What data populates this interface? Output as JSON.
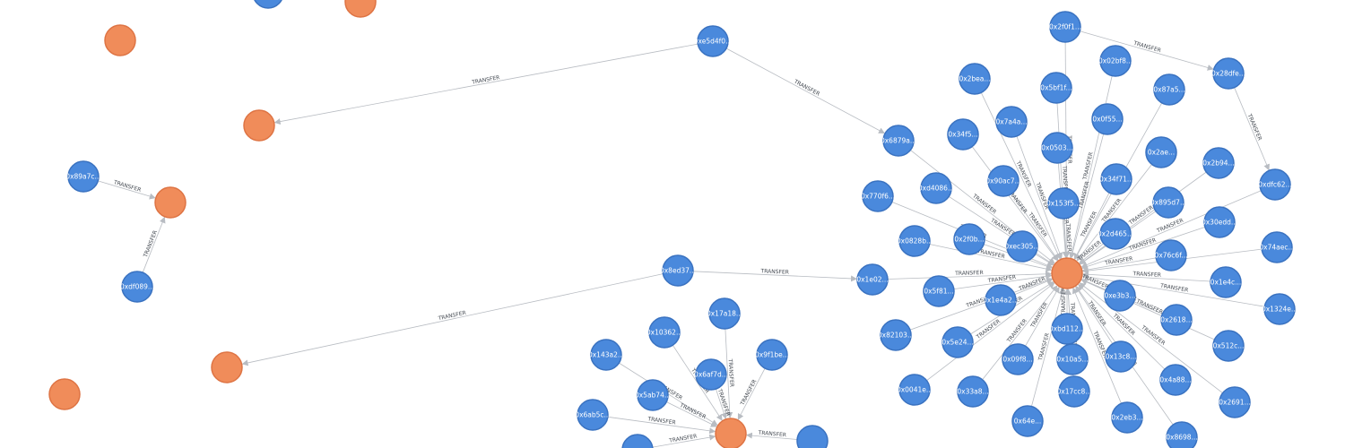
{
  "graph": {
    "edge_label": "TRANSFER",
    "colors": {
      "address_fill": "#4a89dc",
      "address_stroke": "#3a72c0",
      "token_fill": "#f08c5a",
      "token_stroke": "#de7444",
      "edge": "#b8bcc2"
    },
    "nodes": [
      {
        "id": "a1",
        "label": "",
        "kind": "address"
      },
      {
        "id": "t1",
        "label": "",
        "kind": "token"
      },
      {
        "id": "t2",
        "label": "",
        "kind": "token"
      },
      {
        "id": "a2",
        "label": "0xe5d4f0...",
        "kind": "address"
      },
      {
        "id": "t3",
        "label": "",
        "kind": "token"
      },
      {
        "id": "a3",
        "label": "0x89a7c...",
        "kind": "address"
      },
      {
        "id": "t4",
        "label": "",
        "kind": "token"
      },
      {
        "id": "a4",
        "label": "0xdf089...",
        "kind": "address"
      },
      {
        "id": "t5",
        "label": "",
        "kind": "token"
      },
      {
        "id": "t6",
        "label": "",
        "kind": "token"
      },
      {
        "id": "a5",
        "label": "0x8ed37...",
        "kind": "address"
      },
      {
        "id": "hub1",
        "label": "",
        "kind": "token"
      },
      {
        "id": "hub2",
        "label": "",
        "kind": "token"
      },
      {
        "id": "b1",
        "label": "0x2f0f1...",
        "kind": "address"
      },
      {
        "id": "b2",
        "label": "0x28dfe...",
        "kind": "address"
      },
      {
        "id": "b3",
        "label": "0x02bf8...",
        "kind": "address"
      },
      {
        "id": "b4",
        "label": "0x2bea...",
        "kind": "address"
      },
      {
        "id": "b5",
        "label": "0x5bf1f...",
        "kind": "address"
      },
      {
        "id": "b6",
        "label": "0x87a5...",
        "kind": "address"
      },
      {
        "id": "b7",
        "label": "0x7a4a...",
        "kind": "address"
      },
      {
        "id": "b8",
        "label": "0x0f55...",
        "kind": "address"
      },
      {
        "id": "b9",
        "label": "0x34f5...",
        "kind": "address"
      },
      {
        "id": "b10",
        "label": "0x6879a...",
        "kind": "address"
      },
      {
        "id": "b11",
        "label": "0x0503...",
        "kind": "address"
      },
      {
        "id": "b12",
        "label": "0x2ae...",
        "kind": "address"
      },
      {
        "id": "b13",
        "label": "0x2b94...",
        "kind": "address"
      },
      {
        "id": "b14",
        "label": "0x90ac7...",
        "kind": "address"
      },
      {
        "id": "b15",
        "label": "0x34f71...",
        "kind": "address"
      },
      {
        "id": "b16",
        "label": "0xdfc62...",
        "kind": "address"
      },
      {
        "id": "b17",
        "label": "0xd4086...",
        "kind": "address"
      },
      {
        "id": "b18",
        "label": "0x770f6...",
        "kind": "address"
      },
      {
        "id": "b19",
        "label": "0x153f5...",
        "kind": "address"
      },
      {
        "id": "b20",
        "label": "0x895d7...",
        "kind": "address"
      },
      {
        "id": "b21",
        "label": "0x30edd...",
        "kind": "address"
      },
      {
        "id": "b22",
        "label": "0x1e02...",
        "kind": "address"
      },
      {
        "id": "b23",
        "label": "0x2f0b...",
        "kind": "address"
      },
      {
        "id": "b24",
        "label": "0xec305...",
        "kind": "address"
      },
      {
        "id": "b25",
        "label": "0x2d465...",
        "kind": "address"
      },
      {
        "id": "b26",
        "label": "0x74aec...",
        "kind": "address"
      },
      {
        "id": "b27",
        "label": "0x76c6f...",
        "kind": "address"
      },
      {
        "id": "b28",
        "label": "0x0828b...",
        "kind": "address"
      },
      {
        "id": "b29",
        "label": "0x5f81...",
        "kind": "address"
      },
      {
        "id": "b30",
        "label": "0x1e4c...",
        "kind": "address"
      },
      {
        "id": "b31",
        "label": "0x1e4a2...",
        "kind": "address"
      },
      {
        "id": "b32",
        "label": "0xe3b3...",
        "kind": "address"
      },
      {
        "id": "b33",
        "label": "0x1324e...",
        "kind": "address"
      },
      {
        "id": "b34",
        "label": "0x82103...",
        "kind": "address"
      },
      {
        "id": "b35",
        "label": "0xbd112...",
        "kind": "address"
      },
      {
        "id": "b36",
        "label": "0x2618...",
        "kind": "address"
      },
      {
        "id": "b37",
        "label": "0x5e24...",
        "kind": "address"
      },
      {
        "id": "b38",
        "label": "0x13c8...",
        "kind": "address"
      },
      {
        "id": "b39",
        "label": "0x512c...",
        "kind": "address"
      },
      {
        "id": "b40",
        "label": "0x09f8...",
        "kind": "address"
      },
      {
        "id": "b41",
        "label": "0x10a5...",
        "kind": "address"
      },
      {
        "id": "b42",
        "label": "0x0041e...",
        "kind": "address"
      },
      {
        "id": "b43",
        "label": "0x33a8...",
        "kind": "address"
      },
      {
        "id": "b44",
        "label": "0x17cc8...",
        "kind": "address"
      },
      {
        "id": "b45",
        "label": "0x4a88...",
        "kind": "address"
      },
      {
        "id": "b46",
        "label": "0x2691...",
        "kind": "address"
      },
      {
        "id": "b47",
        "label": "0x2eb3...",
        "kind": "address"
      },
      {
        "id": "b48",
        "label": "0x64e...",
        "kind": "address"
      },
      {
        "id": "b49",
        "label": "0x8698...",
        "kind": "address"
      },
      {
        "id": "c1",
        "label": "0x17a18...",
        "kind": "address"
      },
      {
        "id": "c2",
        "label": "0x10362...",
        "kind": "address"
      },
      {
        "id": "c3",
        "label": "0x143a2...",
        "kind": "address"
      },
      {
        "id": "c4",
        "label": "0x9f1be...",
        "kind": "address"
      },
      {
        "id": "c5",
        "label": "0x6af7d...",
        "kind": "address"
      },
      {
        "id": "c6",
        "label": "0x5ab74...",
        "kind": "address"
      },
      {
        "id": "c7",
        "label": "0x6ab5c...",
        "kind": "address"
      },
      {
        "id": "c8",
        "label": "",
        "kind": "address"
      },
      {
        "id": "c9",
        "label": "",
        "kind": "address"
      }
    ],
    "edges": [
      {
        "from": "a2",
        "to": "t3"
      },
      {
        "from": "a2",
        "to": "b10"
      },
      {
        "from": "a3",
        "to": "t4"
      },
      {
        "from": "a4",
        "to": "t4"
      },
      {
        "from": "a5",
        "to": "t5"
      },
      {
        "from": "a5",
        "to": "b22"
      },
      {
        "from": "b1",
        "to": "b2"
      },
      {
        "from": "b2",
        "to": "b16"
      },
      {
        "from": "b1",
        "to": "hub1"
      },
      {
        "from": "b3",
        "to": "hub1"
      },
      {
        "from": "b4",
        "to": "hub1"
      },
      {
        "from": "b5",
        "to": "hub1"
      },
      {
        "from": "b6",
        "to": "hub1"
      },
      {
        "from": "b7",
        "to": "hub1"
      },
      {
        "from": "b8",
        "to": "hub1"
      },
      {
        "from": "b9",
        "to": "hub1"
      },
      {
        "from": "b10",
        "to": "hub1"
      },
      {
        "from": "b11",
        "to": "hub1"
      },
      {
        "from": "b12",
        "to": "hub1"
      },
      {
        "from": "b13",
        "to": "hub1"
      },
      {
        "from": "b14",
        "to": "hub1"
      },
      {
        "from": "b15",
        "to": "hub1"
      },
      {
        "from": "b16",
        "to": "hub1"
      },
      {
        "from": "b17",
        "to": "hub1"
      },
      {
        "from": "b18",
        "to": "hub1"
      },
      {
        "from": "b19",
        "to": "hub1"
      },
      {
        "from": "b20",
        "to": "hub1"
      },
      {
        "from": "b21",
        "to": "hub1"
      },
      {
        "from": "b22",
        "to": "hub1"
      },
      {
        "from": "b23",
        "to": "hub1"
      },
      {
        "from": "b24",
        "to": "hub1"
      },
      {
        "from": "b25",
        "to": "hub1"
      },
      {
        "from": "b26",
        "to": "hub1"
      },
      {
        "from": "b27",
        "to": "hub1"
      },
      {
        "from": "b28",
        "to": "hub1"
      },
      {
        "from": "b29",
        "to": "hub1"
      },
      {
        "from": "b30",
        "to": "hub1"
      },
      {
        "from": "b31",
        "to": "hub1"
      },
      {
        "from": "b32",
        "to": "hub1"
      },
      {
        "from": "b33",
        "to": "hub1"
      },
      {
        "from": "b34",
        "to": "hub1"
      },
      {
        "from": "b35",
        "to": "hub1"
      },
      {
        "from": "b36",
        "to": "hub1"
      },
      {
        "from": "b37",
        "to": "hub1"
      },
      {
        "from": "b38",
        "to": "hub1"
      },
      {
        "from": "b39",
        "to": "hub1"
      },
      {
        "from": "b40",
        "to": "hub1"
      },
      {
        "from": "b41",
        "to": "hub1"
      },
      {
        "from": "b42",
        "to": "hub1"
      },
      {
        "from": "b43",
        "to": "hub1"
      },
      {
        "from": "b44",
        "to": "hub1"
      },
      {
        "from": "b45",
        "to": "hub1"
      },
      {
        "from": "b46",
        "to": "hub1"
      },
      {
        "from": "b47",
        "to": "hub1"
      },
      {
        "from": "b48",
        "to": "hub1"
      },
      {
        "from": "b49",
        "to": "hub1"
      },
      {
        "from": "c1",
        "to": "hub2"
      },
      {
        "from": "c2",
        "to": "hub2"
      },
      {
        "from": "c3",
        "to": "hub2"
      },
      {
        "from": "c4",
        "to": "hub2"
      },
      {
        "from": "c5",
        "to": "hub2"
      },
      {
        "from": "c6",
        "to": "hub2"
      },
      {
        "from": "c7",
        "to": "hub2"
      },
      {
        "from": "c8",
        "to": "hub2"
      },
      {
        "from": "c9",
        "to": "hub2"
      }
    ]
  }
}
